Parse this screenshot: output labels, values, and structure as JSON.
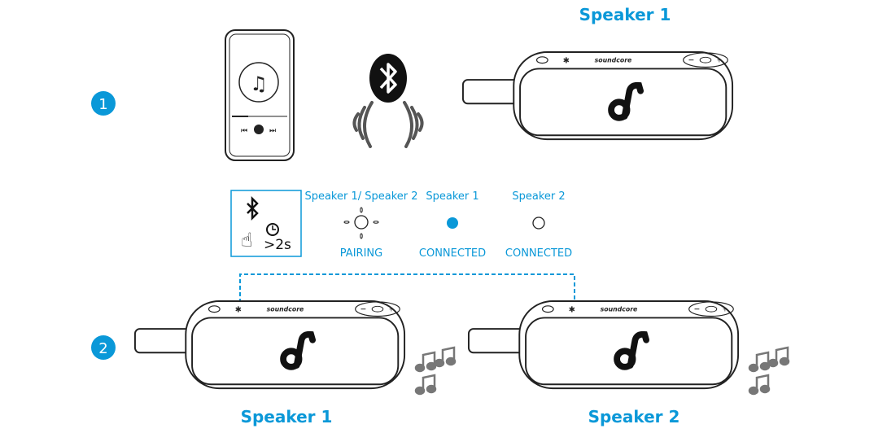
{
  "accent_color": "#0a98d8",
  "steps": [
    {
      "number": "1"
    },
    {
      "number": "2"
    }
  ],
  "top_speaker": {
    "title": "Speaker 1"
  },
  "logo_text": "soundcore",
  "button_instruction": {
    "icon": "bluetooth-press-hold-icon",
    "duration": ">2s"
  },
  "indicators": [
    {
      "header": "Speaker 1/ Speaker 2",
      "status": "PAIRING",
      "state": "blinking"
    },
    {
      "header": "Speaker 1",
      "status": "CONNECTED",
      "state": "solid-blue"
    },
    {
      "header": "Speaker 2",
      "status": "CONNECTED",
      "state": "off"
    }
  ],
  "bottom_speakers": [
    {
      "title": "Speaker 1"
    },
    {
      "title": "Speaker 2"
    }
  ]
}
